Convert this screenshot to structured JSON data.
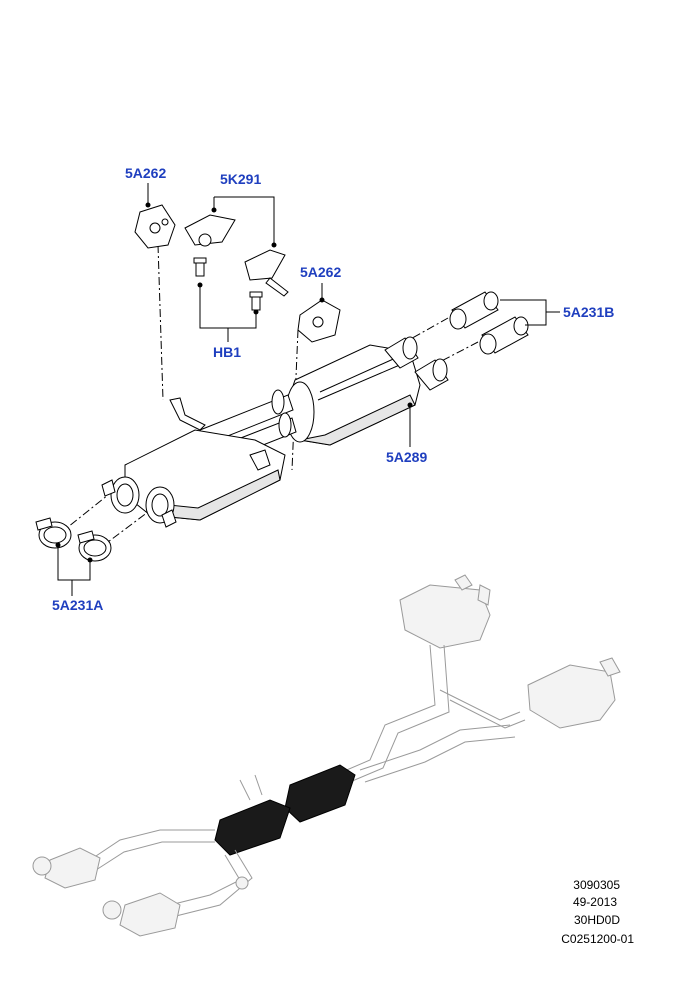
{
  "callouts": {
    "bracket_left": "5A262",
    "hanger_pair": "5K291",
    "bracket_right": "5A262",
    "tailpipe_tips": "5A231B",
    "bolts": "HB1",
    "muffler": "5A289",
    "clamps": "5A231A"
  },
  "reference": {
    "line1": "3090305",
    "line2": "49-2013",
    "line3": "30HD0D",
    "line4": "C0251200-01"
  }
}
